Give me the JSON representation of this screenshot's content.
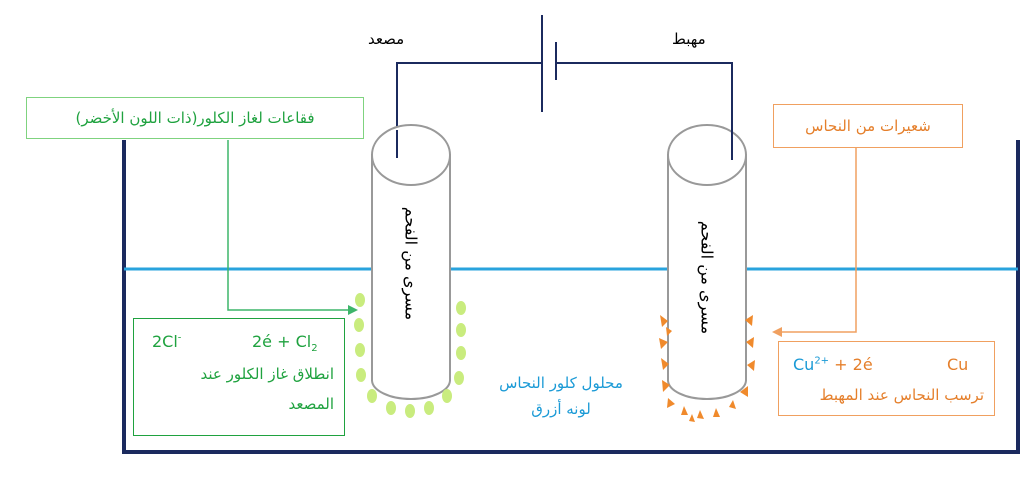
{
  "labels": {
    "anode": "مصعد",
    "cathode": "مهبط",
    "left_electrode": "مسرى من الفحم",
    "right_electrode": "مسرى من الفحم",
    "solution_line1": "محلول كلور النحاس",
    "solution_line2": "لونه أزرق"
  },
  "boxes": {
    "chlorine_bubbles": "فقاعات لغاز الكلور(ذات اللون الأخضر)",
    "copper_filaments": "شعيرات من النحاس",
    "anode_reaction": {
      "reactant": "2Cl",
      "reactant_sup": "-",
      "products": "2é + Cl",
      "product_sub": "2",
      "caption_line1": "انطلاق غاز الكلور عند",
      "caption_line2": "المصعد"
    },
    "cathode_reaction": {
      "reactant": "Cu",
      "reactant_sup": "2+",
      "middle": "+ 2é",
      "product": "Cu",
      "caption": "ترسب النحاس عند المهبط"
    }
  },
  "colors": {
    "tank": "#1b2a5e",
    "liquid_line": "#29a3dd",
    "chlorine": "#c9ec7e",
    "copper": "#f08a2c",
    "green_box": "#7fd37f",
    "orange_box": "#f0a060"
  }
}
